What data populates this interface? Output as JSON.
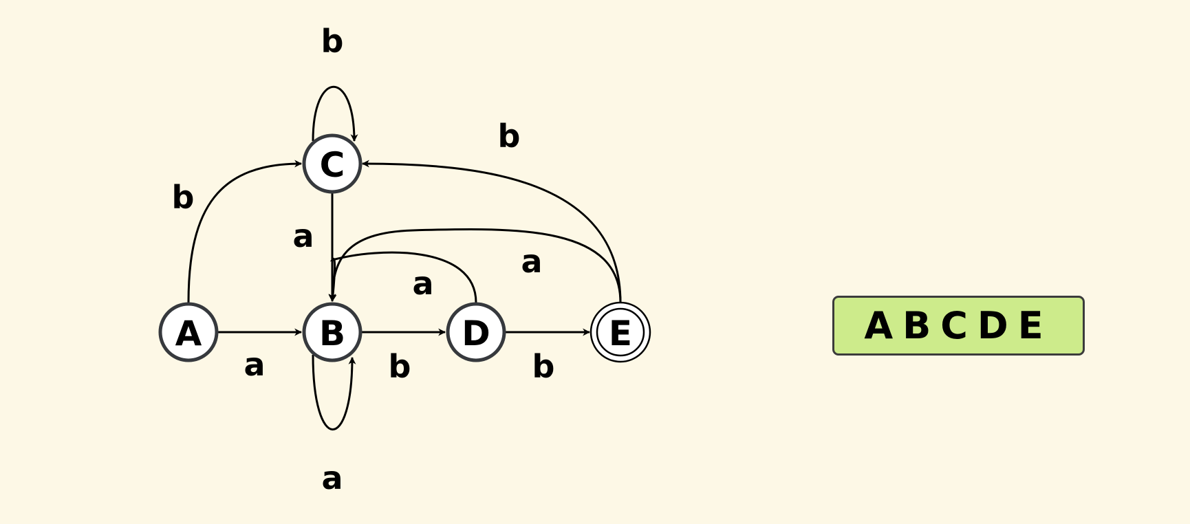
{
  "diagram": {
    "type": "DFA",
    "colors": {
      "background": "#fdf8e6",
      "node_fill": "#ffffff",
      "node_stroke": "#36393d",
      "legend_fill": "#cdeb8b"
    },
    "states": [
      {
        "id": "A",
        "label": "A",
        "final": false
      },
      {
        "id": "B",
        "label": "B",
        "final": false
      },
      {
        "id": "C",
        "label": "C",
        "final": false
      },
      {
        "id": "D",
        "label": "D",
        "final": false
      },
      {
        "id": "E",
        "label": "E",
        "final": true
      }
    ],
    "transitions": [
      {
        "from": "A",
        "to": "B",
        "label": "a"
      },
      {
        "from": "A",
        "to": "C",
        "label": "b"
      },
      {
        "from": "B",
        "to": "B",
        "label": "a"
      },
      {
        "from": "B",
        "to": "D",
        "label": "b"
      },
      {
        "from": "C",
        "to": "C",
        "label": "b"
      },
      {
        "from": "C",
        "to": "B",
        "label": "a"
      },
      {
        "from": "D",
        "to": "B",
        "label": "a"
      },
      {
        "from": "D",
        "to": "E",
        "label": "b"
      },
      {
        "from": "E",
        "to": "B",
        "label": "a"
      },
      {
        "from": "E",
        "to": "C",
        "label": "b"
      }
    ]
  },
  "legend": {
    "text": "ABCDE"
  }
}
